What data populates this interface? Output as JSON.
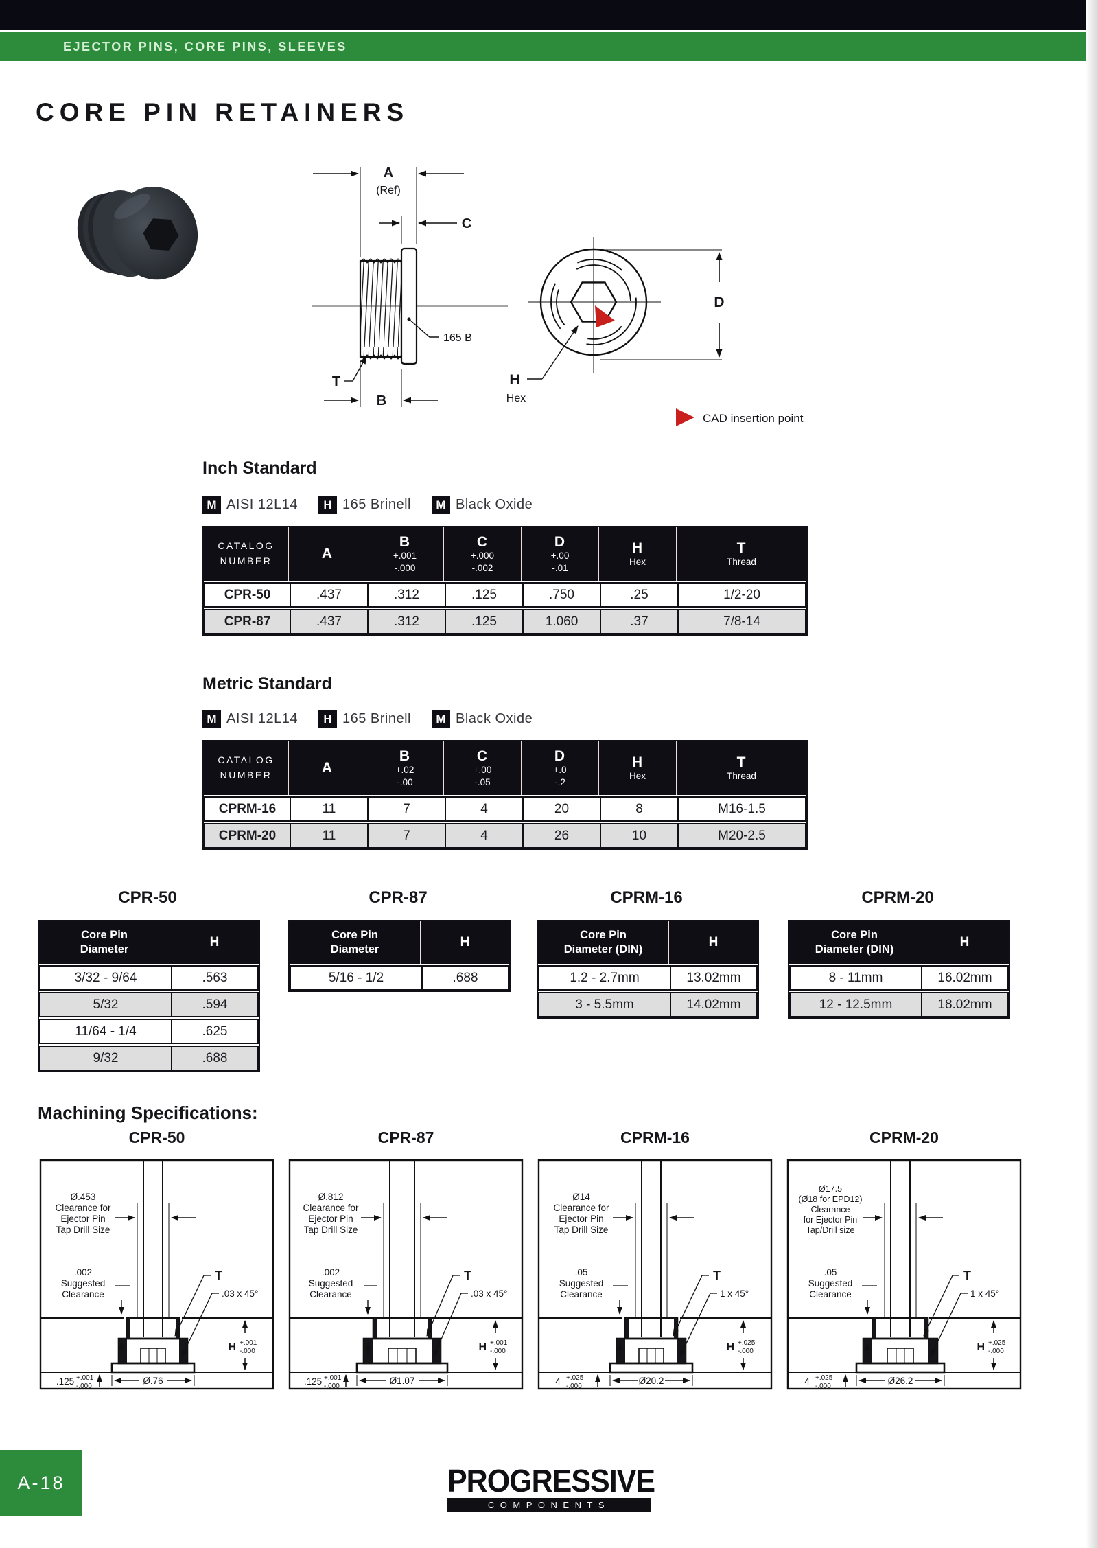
{
  "page": {
    "category_bar": "EJECTOR PINS, CORE PINS, SLEEVES",
    "title": "CORE PIN RETAINERS"
  },
  "figure": {
    "dim_a": "A",
    "dim_a_ref": "(Ref)",
    "dim_c": "C",
    "dim_t": "T",
    "dim_b": "B",
    "dim_d": "D",
    "hardness_callout": "165 B",
    "hex_h": "H",
    "hex_sub": "Hex",
    "cad_note": "CAD insertion point"
  },
  "material_badges": [
    {
      "key": "M",
      "label": "AISI 12L14"
    },
    {
      "key": "H",
      "label": "165 Brinell"
    },
    {
      "key": "M",
      "label": "Black Oxide"
    }
  ],
  "inch": {
    "heading": "Inch Standard",
    "table": {
      "catalog_line1": "CATALOG",
      "catalog_line2": "NUMBER",
      "cols": [
        {
          "l": "A",
          "s1": "",
          "s2": ""
        },
        {
          "l": "B",
          "s1": "+.001",
          "s2": "-.000"
        },
        {
          "l": "C",
          "s1": "+.000",
          "s2": "-.002"
        },
        {
          "l": "D",
          "s1": "+.00",
          "s2": "-.01"
        },
        {
          "l": "H",
          "s1": "Hex",
          "s2": ""
        },
        {
          "l": "T",
          "s1": "Thread",
          "s2": ""
        }
      ],
      "rows": [
        {
          "cat": "CPR-50",
          "v": [
            ".437",
            ".312",
            ".125",
            ".750",
            ".25",
            "1/2-20"
          ]
        },
        {
          "cat": "CPR-87",
          "v": [
            ".437",
            ".312",
            ".125",
            "1.060",
            ".37",
            "7/8-14"
          ]
        }
      ]
    }
  },
  "metric": {
    "heading": "Metric Standard",
    "table": {
      "catalog_line1": "CATALOG",
      "catalog_line2": "NUMBER",
      "cols": [
        {
          "l": "A",
          "s1": "",
          "s2": ""
        },
        {
          "l": "B",
          "s1": "+.02",
          "s2": "-.00"
        },
        {
          "l": "C",
          "s1": "+.00",
          "s2": "-.05"
        },
        {
          "l": "D",
          "s1": "+.0",
          "s2": "-.2"
        },
        {
          "l": "H",
          "s1": "Hex",
          "s2": ""
        },
        {
          "l": "T",
          "s1": "Thread",
          "s2": ""
        }
      ],
      "rows": [
        {
          "cat": "CPRM-16",
          "v": [
            "11",
            "7",
            "4",
            "20",
            "8",
            "M16-1.5"
          ]
        },
        {
          "cat": "CPRM-20",
          "v": [
            "11",
            "7",
            "4",
            "26",
            "10",
            "M20-2.5"
          ]
        }
      ]
    }
  },
  "h_tables": [
    {
      "title": "CPR-50",
      "col1a": "Core Pin",
      "col1b": "Diameter",
      "col2": "H",
      "rows": [
        {
          "d": "3/32 - 9/64",
          "h": ".563"
        },
        {
          "d": "5/32",
          "h": ".594"
        },
        {
          "d": "11/64 - 1/4",
          "h": ".625"
        },
        {
          "d": "9/32",
          "h": ".688"
        }
      ]
    },
    {
      "title": "CPR-87",
      "col1a": "Core Pin",
      "col1b": "Diameter",
      "col2": "H",
      "rows": [
        {
          "d": "5/16 - 1/2",
          "h": ".688"
        }
      ]
    },
    {
      "title": "CPRM-16",
      "col1a": "Core Pin",
      "col1b": "Diameter (DIN)",
      "col2": "H",
      "rows": [
        {
          "d": "1.2 - 2.7mm",
          "h": "13.02mm"
        },
        {
          "d": "3 - 5.5mm",
          "h": "14.02mm"
        }
      ]
    },
    {
      "title": "CPRM-20",
      "col1a": "Core Pin",
      "col1b": "Diameter (DIN)",
      "col2": "H",
      "rows": [
        {
          "d": "8 - 11mm",
          "h": "16.02mm"
        },
        {
          "d": "12 - 12.5mm",
          "h": "18.02mm"
        }
      ]
    }
  ],
  "machining": {
    "heading": "Machining Specifications:",
    "diagrams": [
      {
        "title": "CPR-50",
        "clearance": [
          "Ø.453",
          "Clearance for",
          "Ejector Pin",
          "Tap Drill Size",
          ""
        ],
        "suggested": [
          ".002",
          "Suggested",
          "Clearance"
        ],
        "t": "T",
        "chamfer": ".03 x 45°",
        "h": "H",
        "h_plus": "+.001",
        "h_minus": "-.000",
        "dia": "Ø.76",
        "depth": ".125",
        "depth_plus": "+.001",
        "depth_minus": "-.000"
      },
      {
        "title": "CPR-87",
        "clearance": [
          "Ø.812",
          "Clearance for",
          "Ejector Pin",
          "Tap Drill Size",
          ""
        ],
        "suggested": [
          ".002",
          "Suggested",
          "Clearance"
        ],
        "t": "T",
        "chamfer": ".03 x 45°",
        "h": "H",
        "h_plus": "+.001",
        "h_minus": "-.000",
        "dia": "Ø1.07",
        "depth": ".125",
        "depth_plus": "+.001",
        "depth_minus": "-.000"
      },
      {
        "title": "CPRM-16",
        "clearance": [
          "Ø14",
          "Clearance for",
          "Ejector Pin",
          "Tap Drill Size",
          ""
        ],
        "suggested": [
          ".05",
          "Suggested",
          "Clearance"
        ],
        "t": "T",
        "chamfer": "1 x 45°",
        "h": "H",
        "h_plus": "+.025",
        "h_minus": "-.000",
        "dia": "Ø20.2",
        "depth": "4",
        "depth_plus": "+.025",
        "depth_minus": "-.000"
      },
      {
        "title": "CPRM-20",
        "clearance": [
          "Ø17.5",
          "(Ø18 for EPD12)",
          "Clearance",
          "for Ejector Pin",
          "Tap/Drill size"
        ],
        "suggested": [
          ".05",
          "Suggested",
          "Clearance"
        ],
        "t": "T",
        "chamfer": "1 x 45°",
        "h": "H",
        "h_plus": "+.025",
        "h_minus": "-.000",
        "dia": "Ø26.2",
        "depth": "4",
        "depth_plus": "+.025",
        "depth_minus": "-.000"
      }
    ]
  },
  "footer": {
    "page_tab": "A-18",
    "logo_top": "PROGRESSIVE",
    "logo_bottom": "COMPONENTS"
  }
}
